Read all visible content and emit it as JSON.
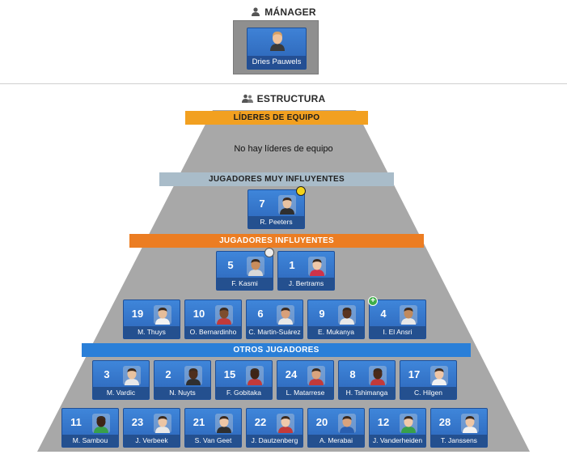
{
  "manager": {
    "title": "MÁNAGER",
    "name": "Dries Pauwels",
    "icon": "person-tie-icon"
  },
  "structure": {
    "title": "ESTRUCTURA",
    "icon": "people-icon"
  },
  "bands": {
    "leaders": "LÍDERES DE EQUIPO",
    "very_influential": "JUGADORES MUY INFLUYENTES",
    "influential": "JUGADORES INFLUYENTES",
    "others": "OTROS JUGADORES"
  },
  "leaders_empty": "No hay líderes de equipo",
  "colors": {
    "gold_band": "#f2a020",
    "steel_band": "#a9bcc9",
    "orange_band": "#ec7d22",
    "blue_band": "#2a7fd8",
    "pyramid_gray": "#a7a7a7",
    "card_blue": "#3478c9"
  },
  "very_influential": [
    {
      "number": "7",
      "name": "R. Peeters",
      "badge": "yellow-eye-icon",
      "shirt": "#2f2f2f",
      "skin": "#e9c3a1"
    }
  ],
  "influential_row1": [
    {
      "number": "5",
      "name": "F. Kasmi",
      "badge": "white-eye-icon",
      "shirt": "#d8d8d8",
      "skin": "#c98d5c"
    },
    {
      "number": "1",
      "name": "J. Bertrams",
      "badge": "",
      "shirt": "#d0334a",
      "skin": "#f0c8a8"
    }
  ],
  "influential_row2": [
    {
      "number": "19",
      "name": "M. Thuys",
      "badge": "",
      "shirt": "#f2f2f2",
      "skin": "#e6bd9a"
    },
    {
      "number": "10",
      "name": "O. Bernardinho",
      "badge": "",
      "shirt": "#c23a3a",
      "skin": "#7d4d2e"
    },
    {
      "number": "6",
      "name": "C. Martin-Suárez",
      "badge": "",
      "shirt": "#e8e8e8",
      "skin": "#d8a07a"
    },
    {
      "number": "9",
      "name": "E. Mukanya",
      "badge": "",
      "shirt": "#e9e9e9",
      "skin": "#5a3420"
    },
    {
      "number": "4",
      "name": "I. El Ansri",
      "badge": "plus-icon",
      "shirt": "#e8e8e8",
      "skin": "#c08a5e"
    }
  ],
  "others_row1": [
    {
      "number": "3",
      "name": "M. Vardic",
      "badge": "",
      "shirt": "#e8e8e8",
      "skin": "#e8c29f"
    },
    {
      "number": "2",
      "name": "N. Nuyts",
      "badge": "",
      "shirt": "#2f2f2f",
      "skin": "#4e2f1d"
    },
    {
      "number": "15",
      "name": "F. Gobitaka",
      "badge": "",
      "shirt": "#c23a3a",
      "skin": "#3e2416"
    },
    {
      "number": "24",
      "name": "L. Matarrese",
      "badge": "",
      "shirt": "#c23a3a",
      "skin": "#d9a47e"
    },
    {
      "number": "8",
      "name": "H. Tshimanga",
      "badge": "",
      "shirt": "#c23a3a",
      "skin": "#4a2b1a"
    },
    {
      "number": "17",
      "name": "C. Hilgen",
      "badge": "",
      "shirt": "#f2f2f2",
      "skin": "#f0c6a6"
    }
  ],
  "others_row2": [
    {
      "number": "11",
      "name": "M. Sambou",
      "badge": "",
      "shirt": "#38a04a",
      "skin": "#3e2416"
    },
    {
      "number": "23",
      "name": "J. Verbeek",
      "badge": "",
      "shirt": "#e8e8e8",
      "skin": "#ecc5a4"
    },
    {
      "number": "21",
      "name": "S. Van Geet",
      "badge": "",
      "shirt": "#2f2f2f",
      "skin": "#efc7a6"
    },
    {
      "number": "22",
      "name": "J. Dautzenberg",
      "badge": "",
      "shirt": "#c23a3a",
      "skin": "#efc9ab"
    },
    {
      "number": "20",
      "name": "A. Merabai",
      "badge": "",
      "shirt": "#2a5fb0",
      "skin": "#d9a37c"
    },
    {
      "number": "12",
      "name": "J. Vanderheiden",
      "badge": "",
      "shirt": "#38a04a",
      "skin": "#f0c9a9"
    },
    {
      "number": "28",
      "name": "T. Janssens",
      "badge": "",
      "shirt": "#f2f2f2",
      "skin": "#eec6a5"
    }
  ]
}
